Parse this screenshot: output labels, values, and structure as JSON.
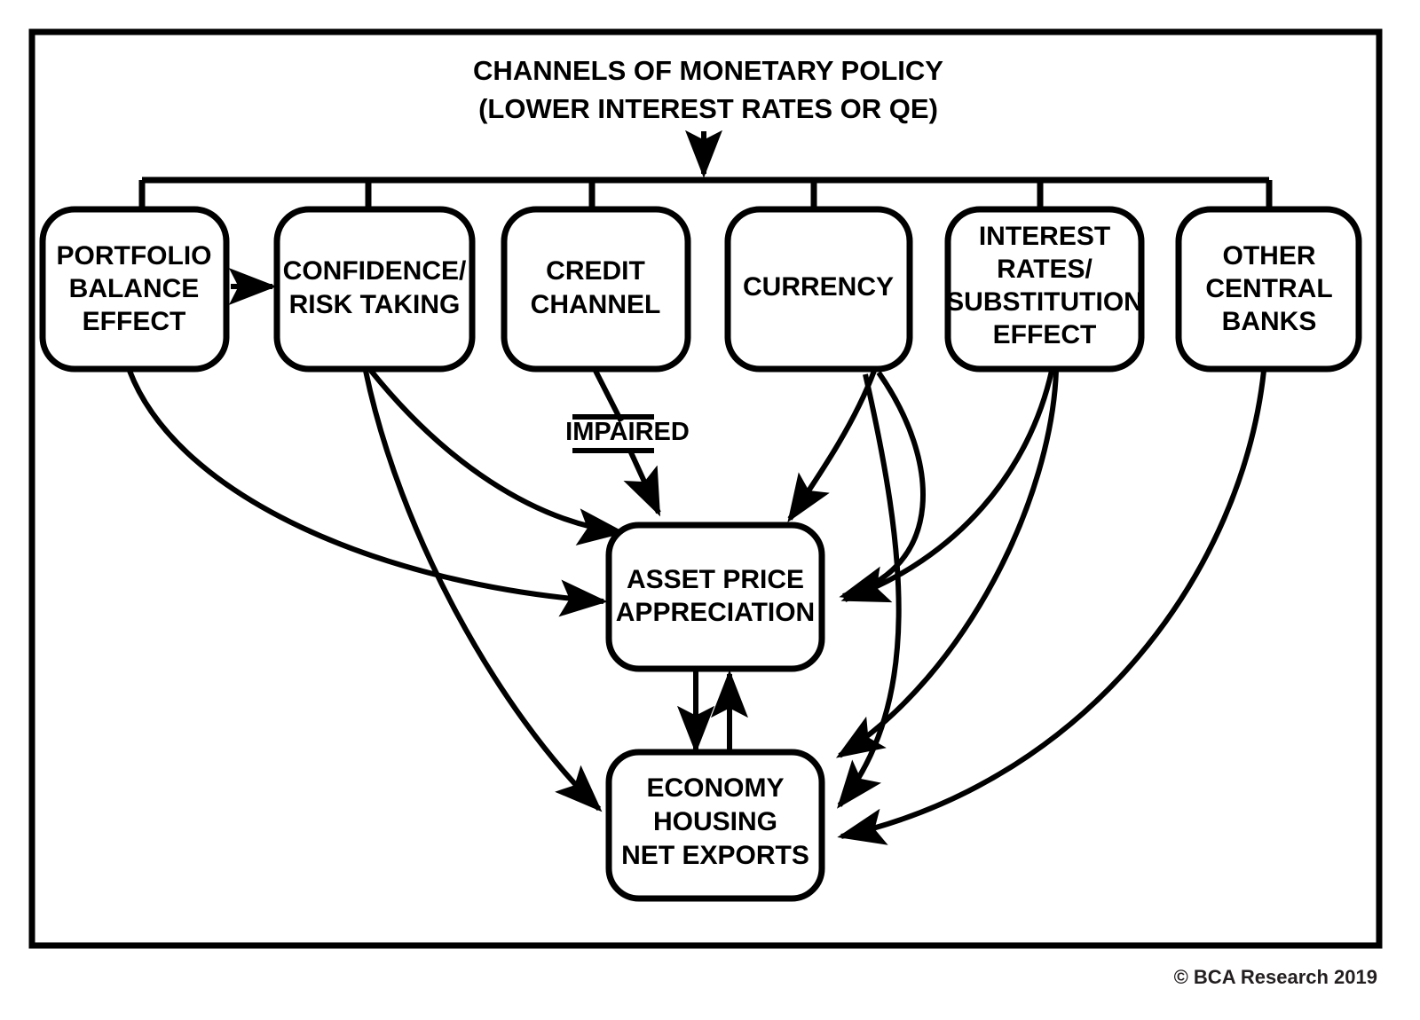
{
  "figure": {
    "title_line1": "CHANNELS OF MONETARY POLICY",
    "title_line2": "(LOWER INTEREST RATES OR QE)",
    "credit": "© BCA Research 2019",
    "colors": {
      "ink": "#000000",
      "background": "#ffffff",
      "credit_text": "#231f20"
    }
  },
  "channels": [
    {
      "id": "portfolio-balance-effect",
      "lines": [
        "PORTFOLIO",
        "BALANCE",
        "EFFECT"
      ]
    },
    {
      "id": "confidence-risk-taking",
      "lines": [
        "CONFIDENCE/",
        "RISK TAKING"
      ]
    },
    {
      "id": "credit-channel",
      "lines": [
        "CREDIT",
        "CHANNEL"
      ]
    },
    {
      "id": "currency",
      "lines": [
        "CURRENCY"
      ]
    },
    {
      "id": "interest-rates-substitution-effect",
      "lines": [
        "INTEREST",
        "RATES/",
        "SUBSTITUTION",
        "EFFECT"
      ]
    },
    {
      "id": "other-central-banks",
      "lines": [
        "OTHER",
        "CENTRAL",
        "BANKS"
      ]
    }
  ],
  "outcomes": [
    {
      "id": "asset-price-appreciation",
      "lines": [
        "ASSET PRICE",
        "APPRECIATION"
      ]
    },
    {
      "id": "economy-housing-net-exports",
      "lines": [
        "ECONOMY",
        "HOUSING",
        "NET EXPORTS"
      ]
    }
  ],
  "annotations": {
    "impaired": "IMPAIRED"
  }
}
